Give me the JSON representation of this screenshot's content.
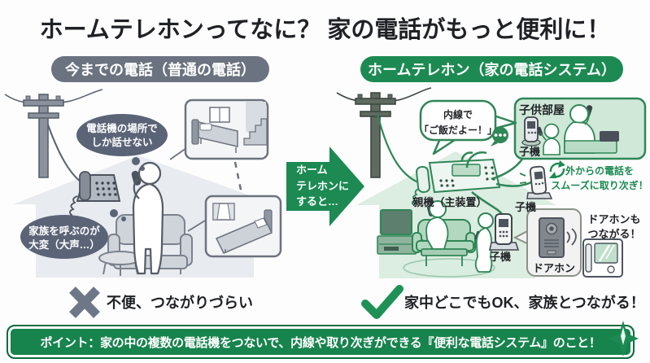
{
  "title": "ホームテレホンってなに？ 家の電話がもっと便利に！",
  "before": {
    "badge": "今までの電話（普通の電話）",
    "bubble_location": "電話機の場所で\nしか話せない",
    "bubble_family": "家族を呼ぶのが\n大変（大声…）",
    "verdict": "不便、つながりづらい"
  },
  "arrow": {
    "label": "ホーム\nテレホンに\nすると…"
  },
  "after": {
    "badge": "ホームテレホン（家の電話システム）",
    "bubble_intercom": "内線で\n「ご飯だよー！」",
    "kids_room": "子供部屋",
    "kids_handset": "子機",
    "main_phone": "親機（主装置）",
    "transfer_note": "外からの電話を\nスムーズに取り次ぎ！",
    "transfer_handset": "子機",
    "living_handset": "子機",
    "doorphone": "ドアホン",
    "doorphone_note": "ドアホンも\nつながる！",
    "verdict": "家中どこでもOK、家族とつながる！"
  },
  "footer": {
    "point": "ポイント：家の中の複数の電話機をつないで、内線や取り次ぎができる『便利な電話システム』のこと！"
  },
  "colors": {
    "accent_green": "#1c8a52",
    "illustration_green": "#2f8657",
    "light_green_house": "#dcede2",
    "badge_gray": "#6b7380",
    "thought_bubble_gray": "#5b6477",
    "house_gray": "#e8ebef",
    "x_mark_gray": "#6e7787",
    "check_green": "#1f9156",
    "banner_green": "#17834d"
  },
  "icons": {
    "x_mark": "✕",
    "check_mark": "✓",
    "chat_dots": "…",
    "sparkle": "✦",
    "wifi_waves": ")))",
    "transfer_call": "↺"
  }
}
